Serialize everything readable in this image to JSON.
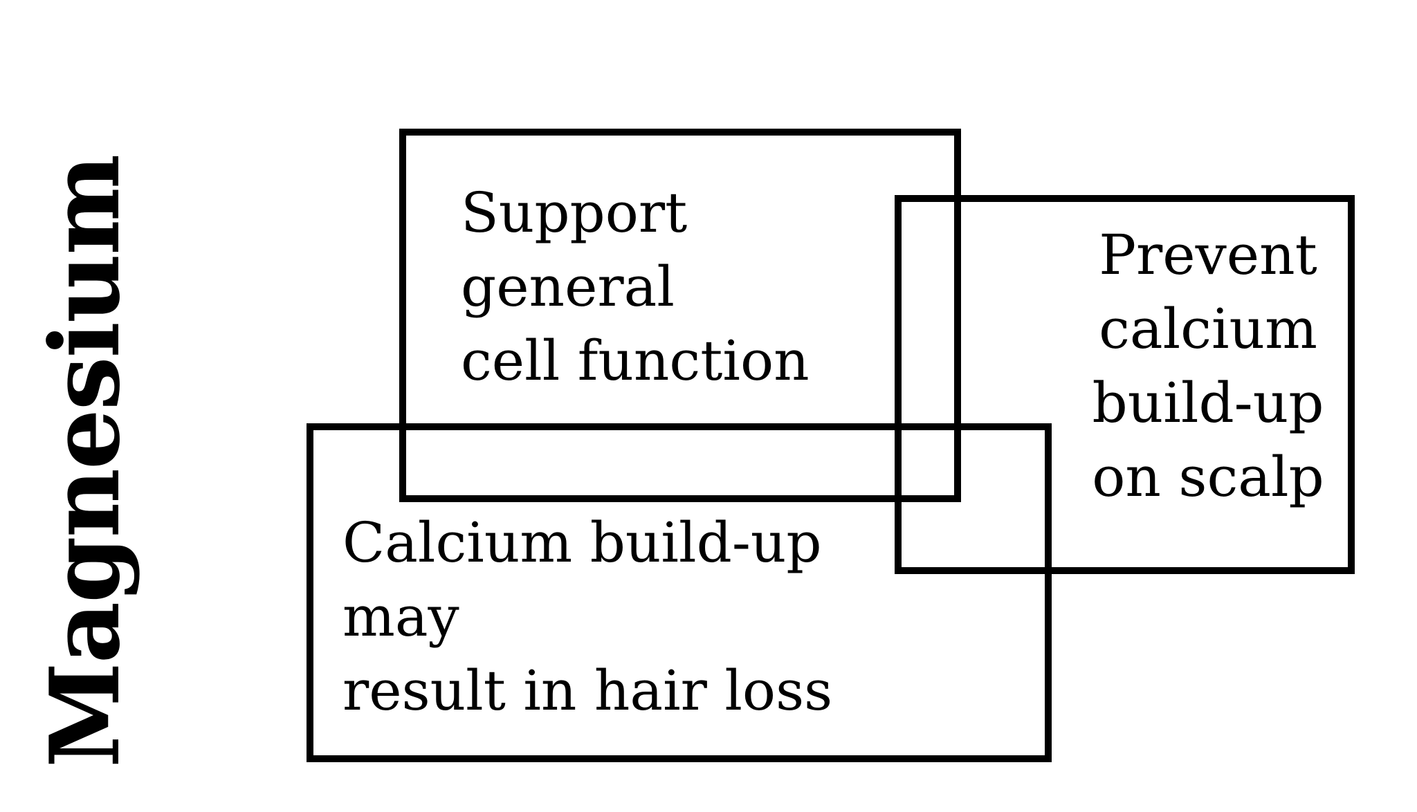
{
  "page": {
    "background_color": "#ffffff",
    "stroke_color": "#000000",
    "text_color": "#000000"
  },
  "label": {
    "text": "Magnesium"
  },
  "boxes": [
    {
      "id": "support-general-cell-function",
      "lines": [
        "Support",
        "general",
        "cell function"
      ]
    },
    {
      "id": "prevent-calcium-build-up-on-scalp",
      "lines": [
        "Prevent",
        "calcium",
        "build-up",
        "on scalp"
      ]
    },
    {
      "id": "calcium-build-up-may-result-in-hair-loss",
      "lines": [
        "Calcium build-up",
        "may",
        "result in hair loss"
      ]
    }
  ]
}
